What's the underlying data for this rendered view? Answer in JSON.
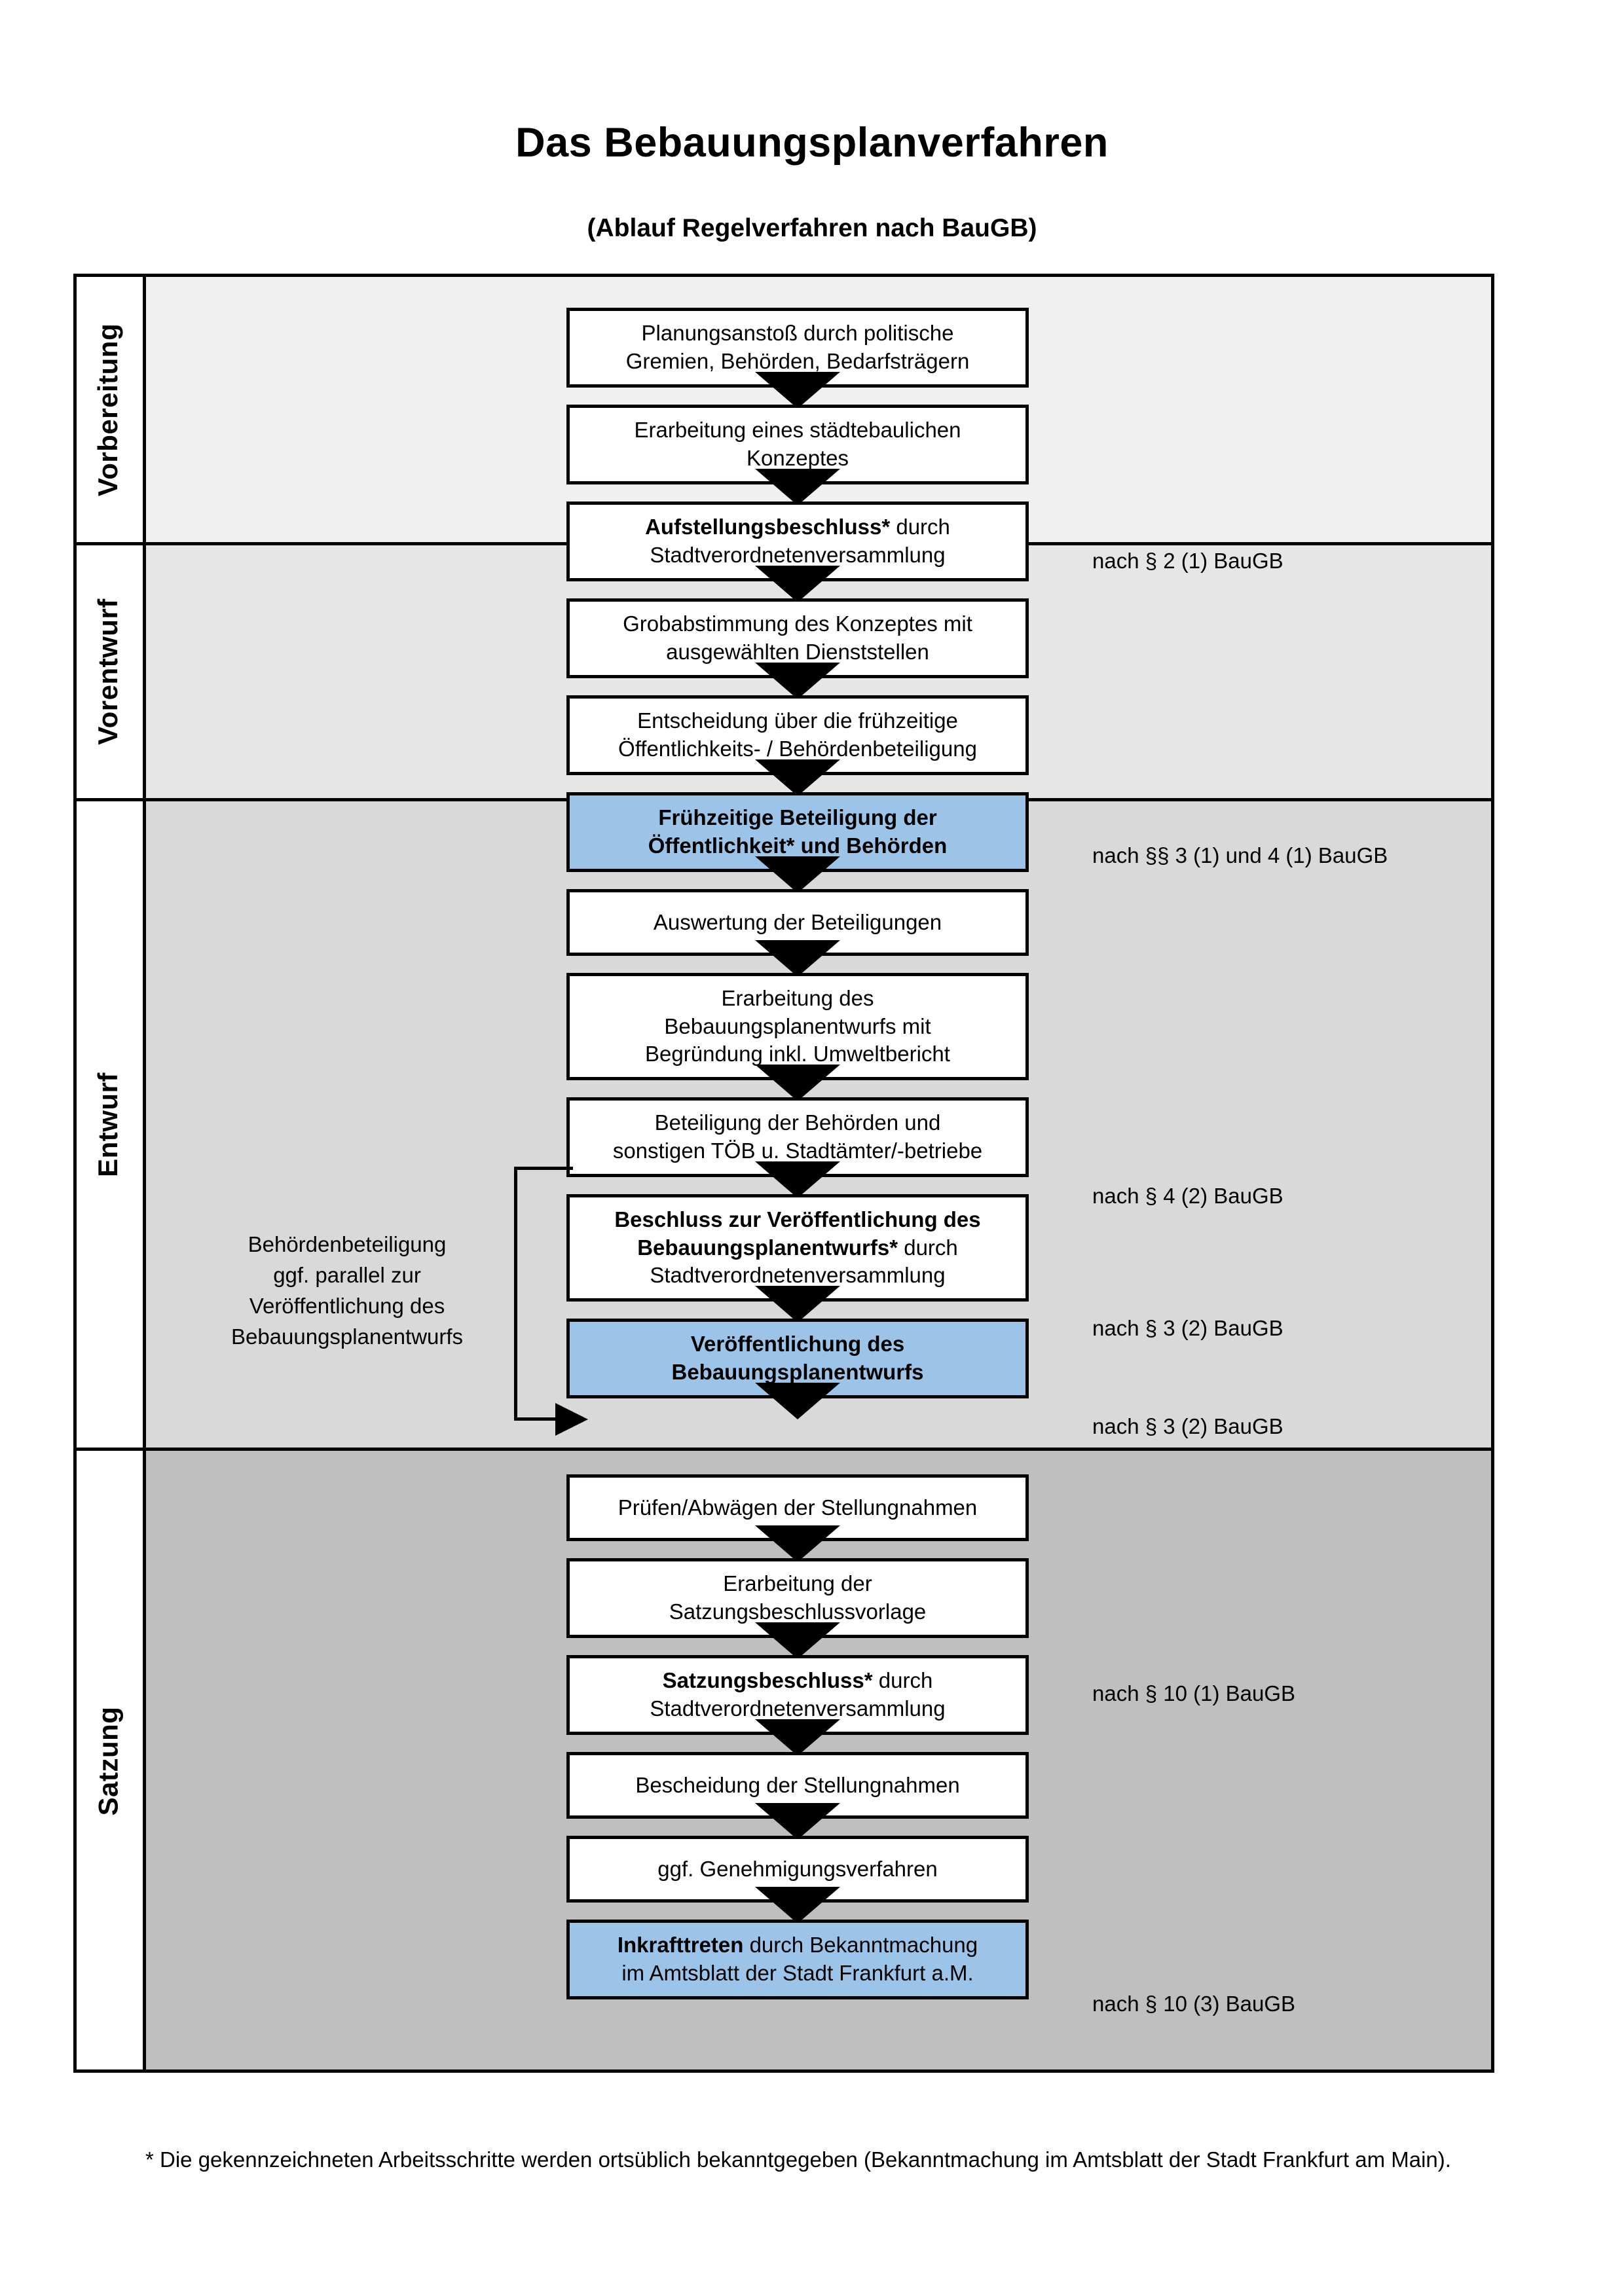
{
  "title": "Das Bebauungsplanverfahren",
  "subtitle": "(Ablauf Regelverfahren nach BauGB)",
  "colors": {
    "highlight_blue": "#9cc3e8",
    "band_vorbereitung": "#f0f0f0",
    "band_vorentwurf": "#e6e6e6",
    "band_entwurf": "#d9d9d9",
    "band_satzung": "#bfbfbf",
    "border": "#000000"
  },
  "phases": [
    {
      "label": "Vorbereitung"
    },
    {
      "label": "Vorentwurf"
    },
    {
      "label": "Entwurf"
    },
    {
      "label": "Satzung"
    }
  ],
  "steps": [
    {
      "id": "planungsanstoss",
      "lines": [
        "Planungsanstoß durch politische",
        "Gremien, Behörden, Bedarfsträgern"
      ],
      "bold_prefix": "",
      "highlight": false
    },
    {
      "id": "konzept",
      "lines": [
        "Erarbeitung eines städtebaulichen",
        "Konzeptes"
      ],
      "bold_prefix": "",
      "highlight": false
    },
    {
      "id": "aufstellungsbeschluss",
      "lines": [
        "Aufstellungsbeschluss* durch",
        "Stadtverordnetenversammlung"
      ],
      "bold_prefix": "Aufstellungsbeschluss*",
      "bold_rest": " durch",
      "highlight": false
    },
    {
      "id": "grobabstimmung",
      "lines": [
        "Grobabstimmung des Konzeptes mit",
        "ausgewählten Dienststellen"
      ],
      "bold_prefix": "",
      "highlight": false
    },
    {
      "id": "entscheidung-fruehzeitig",
      "lines": [
        "Entscheidung über die frühzeitige",
        "Öffentlichkeits- / Behördenbeteiligung"
      ],
      "bold_prefix": "",
      "highlight": false
    },
    {
      "id": "fruehzeitige-beteiligung",
      "lines": [
        "Frühzeitige Beteiligung der",
        "Öffentlichkeit* und Behörden"
      ],
      "all_bold": true,
      "highlight": true
    },
    {
      "id": "auswertung",
      "lines": [
        "Auswertung der Beteiligungen"
      ],
      "bold_prefix": "",
      "highlight": false
    },
    {
      "id": "erarbeitung-entwurf",
      "lines": [
        "Erarbeitung des",
        "Bebauungsplanentwurfs mit",
        "Begründung inkl. Umweltbericht"
      ],
      "bold_prefix": "",
      "highlight": false
    },
    {
      "id": "beteiligung-behoerden",
      "lines": [
        "Beteiligung der Behörden und",
        "sonstigen TÖB u. Stadtämter/-betriebe"
      ],
      "bold_prefix": "",
      "highlight": false
    },
    {
      "id": "beschluss-veroeffentlichung",
      "lines": [
        "Beschluss zur Veröffentlichung des",
        "Bebauungsplanentwurfs* durch",
        "Stadtverordnetenversammlung"
      ],
      "bold_prefix": "Beschluss zur Veröffentlichung des Bebauungsplanentwurfs*",
      "bold_rest": " durch",
      "highlight": false
    },
    {
      "id": "veroeffentlichung",
      "lines": [
        "Veröffentlichung des",
        "Bebauungsplanentwurfs"
      ],
      "all_bold": true,
      "highlight": true
    },
    {
      "id": "pruefen-abwaegen",
      "lines": [
        "Prüfen/Abwägen der Stellungnahmen"
      ],
      "bold_prefix": "",
      "highlight": false
    },
    {
      "id": "satzungsbeschlussvorlage",
      "lines": [
        "Erarbeitung der",
        "Satzungsbeschlussvorlage"
      ],
      "bold_prefix": "",
      "highlight": false
    },
    {
      "id": "satzungsbeschluss",
      "lines": [
        "Satzungsbeschluss* durch",
        "Stadtverordnetenversammlung"
      ],
      "bold_prefix": "Satzungsbeschluss*",
      "bold_rest": " durch",
      "highlight": false
    },
    {
      "id": "bescheidung",
      "lines": [
        "Bescheidung der Stellungnahmen"
      ],
      "bold_prefix": "",
      "highlight": false
    },
    {
      "id": "genehmigungsverfahren",
      "lines": [
        "ggf. Genehmigungsverfahren"
      ],
      "bold_prefix": "",
      "highlight": false
    },
    {
      "id": "inkrafttreten",
      "lines": [
        "Inkrafttreten durch Bekanntmachung",
        "im Amtsblatt der Stadt Frankfurt a.M."
      ],
      "bold_prefix": "Inkrafttreten",
      "highlight": true
    }
  ],
  "step_text": {
    "planungsanstoss_l1": "Planungsanstoß durch politische",
    "planungsanstoss_l2": "Gremien, Behörden, Bedarfsträgern",
    "konzept_l1": "Erarbeitung eines städtebaulichen",
    "konzept_l2": "Konzeptes",
    "aufstellung_bold": "Aufstellungsbeschluss*",
    "aufstellung_rest": " durch",
    "aufstellung_l2": "Stadtverordnetenversammlung",
    "grob_l1": "Grobabstimmung des Konzeptes mit",
    "grob_l2": "ausgewählten Dienststellen",
    "entsch_l1": "Entscheidung über die frühzeitige",
    "entsch_l2": "Öffentlichkeits- / Behördenbeteiligung",
    "frueh_l1": "Frühzeitige Beteiligung der",
    "frueh_l2": "Öffentlichkeit* und Behörden",
    "auswertung_l1": "Auswertung der Beteiligungen",
    "erarb_l1": "Erarbeitung des",
    "erarb_l2": "Bebauungsplanentwurfs mit",
    "erarb_l3": "Begründung inkl. Umweltbericht",
    "betbeh_l1": "Beteiligung der Behörden und",
    "betbeh_l2": "sonstigen TÖB u. Stadtämter/-betriebe",
    "beschl_bold1": "Beschluss zur Veröffentlichung des",
    "beschl_bold2": "Bebauungsplanentwurfs*",
    "beschl_rest": " durch",
    "beschl_l3": "Stadtverordnetenversammlung",
    "veroeff_l1": "Veröffentlichung des",
    "veroeff_l2": "Bebauungsplanentwurfs",
    "pruefen_l1": "Prüfen/Abwägen der Stellungnahmen",
    "satzvorlage_l1": "Erarbeitung der",
    "satzvorlage_l2": "Satzungsbeschlussvorlage",
    "satzbeschl_bold": "Satzungsbeschluss*",
    "satzbeschl_rest": " durch",
    "satzbeschl_l2": "Stadtverordnetenversammlung",
    "bescheidung_l1": "Bescheidung der Stellungnahmen",
    "genehm_l1": "ggf. Genehmigungsverfahren",
    "inkraft_bold": "Inkrafttreten",
    "inkraft_rest": " durch Bekanntmachung",
    "inkraft_l2": "im Amtsblatt der Stadt Frankfurt a.M."
  },
  "legal_refs": [
    {
      "id": "ref-p2-1",
      "text": "nach § 2 (1) BauGB"
    },
    {
      "id": "ref-p3-1-4-1",
      "text": "nach §§ 3 (1) und 4 (1) BauGB"
    },
    {
      "id": "ref-p4-2",
      "text": "nach § 4 (2) BauGB"
    },
    {
      "id": "ref-p3-2a",
      "text": "nach § 3 (2) BauGB"
    },
    {
      "id": "ref-p3-2b",
      "text": "nach § 3 (2) BauGB"
    },
    {
      "id": "ref-p10-1",
      "text": "nach § 10 (1) BauGB"
    },
    {
      "id": "ref-p10-3",
      "text": "nach § 10 (3) BauGB"
    }
  ],
  "side_note": {
    "l1": "Behördenbeteiligung",
    "l2": "ggf. parallel zur",
    "l3": "Veröffentlichung des",
    "l4": "Bebauungsplanentwurfs"
  },
  "footnote": "* Die gekennzeichneten Arbeitsschritte werden ortsüblich bekanntgegeben (Bekanntmachung im Amtsblatt  der Stadt Frankfurt am Main)."
}
